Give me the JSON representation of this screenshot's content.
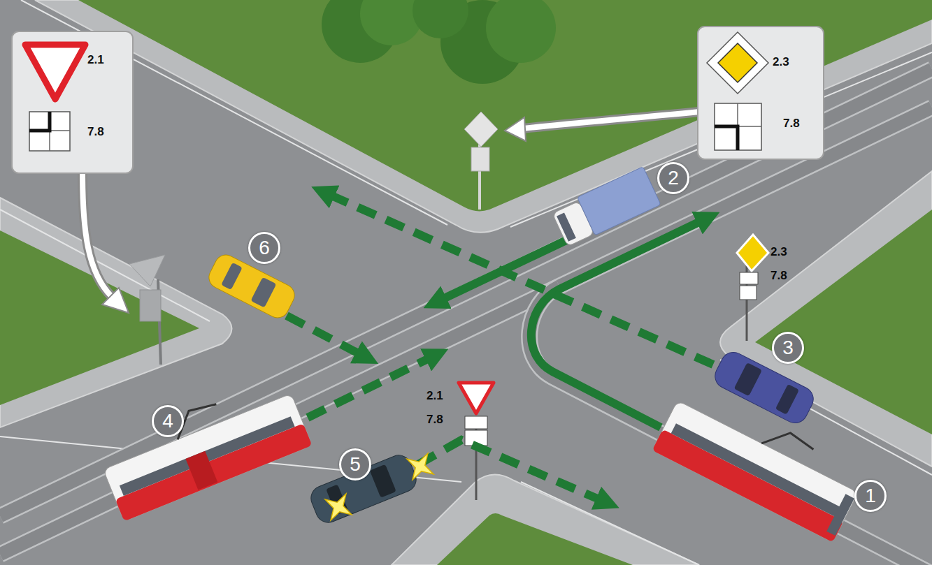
{
  "diagram": {
    "nodes": [
      {
        "text": [
          "2.1",
          "7.8"
        ]
      },
      {
        "text": [
          "2.3",
          "7.8"
        ]
      },
      {
        "text": [
          "2"
        ]
      },
      {
        "text": [
          "6"
        ]
      },
      {
        "text": [
          "3"
        ]
      },
      {
        "text": [
          "4"
        ]
      },
      {
        "text": [
          "5"
        ]
      },
      {
        "text": [
          "1"
        ]
      }
    ],
    "labels": [
      "2.3",
      "7.8",
      "2.1",
      "7.8"
    ]
  }
}
